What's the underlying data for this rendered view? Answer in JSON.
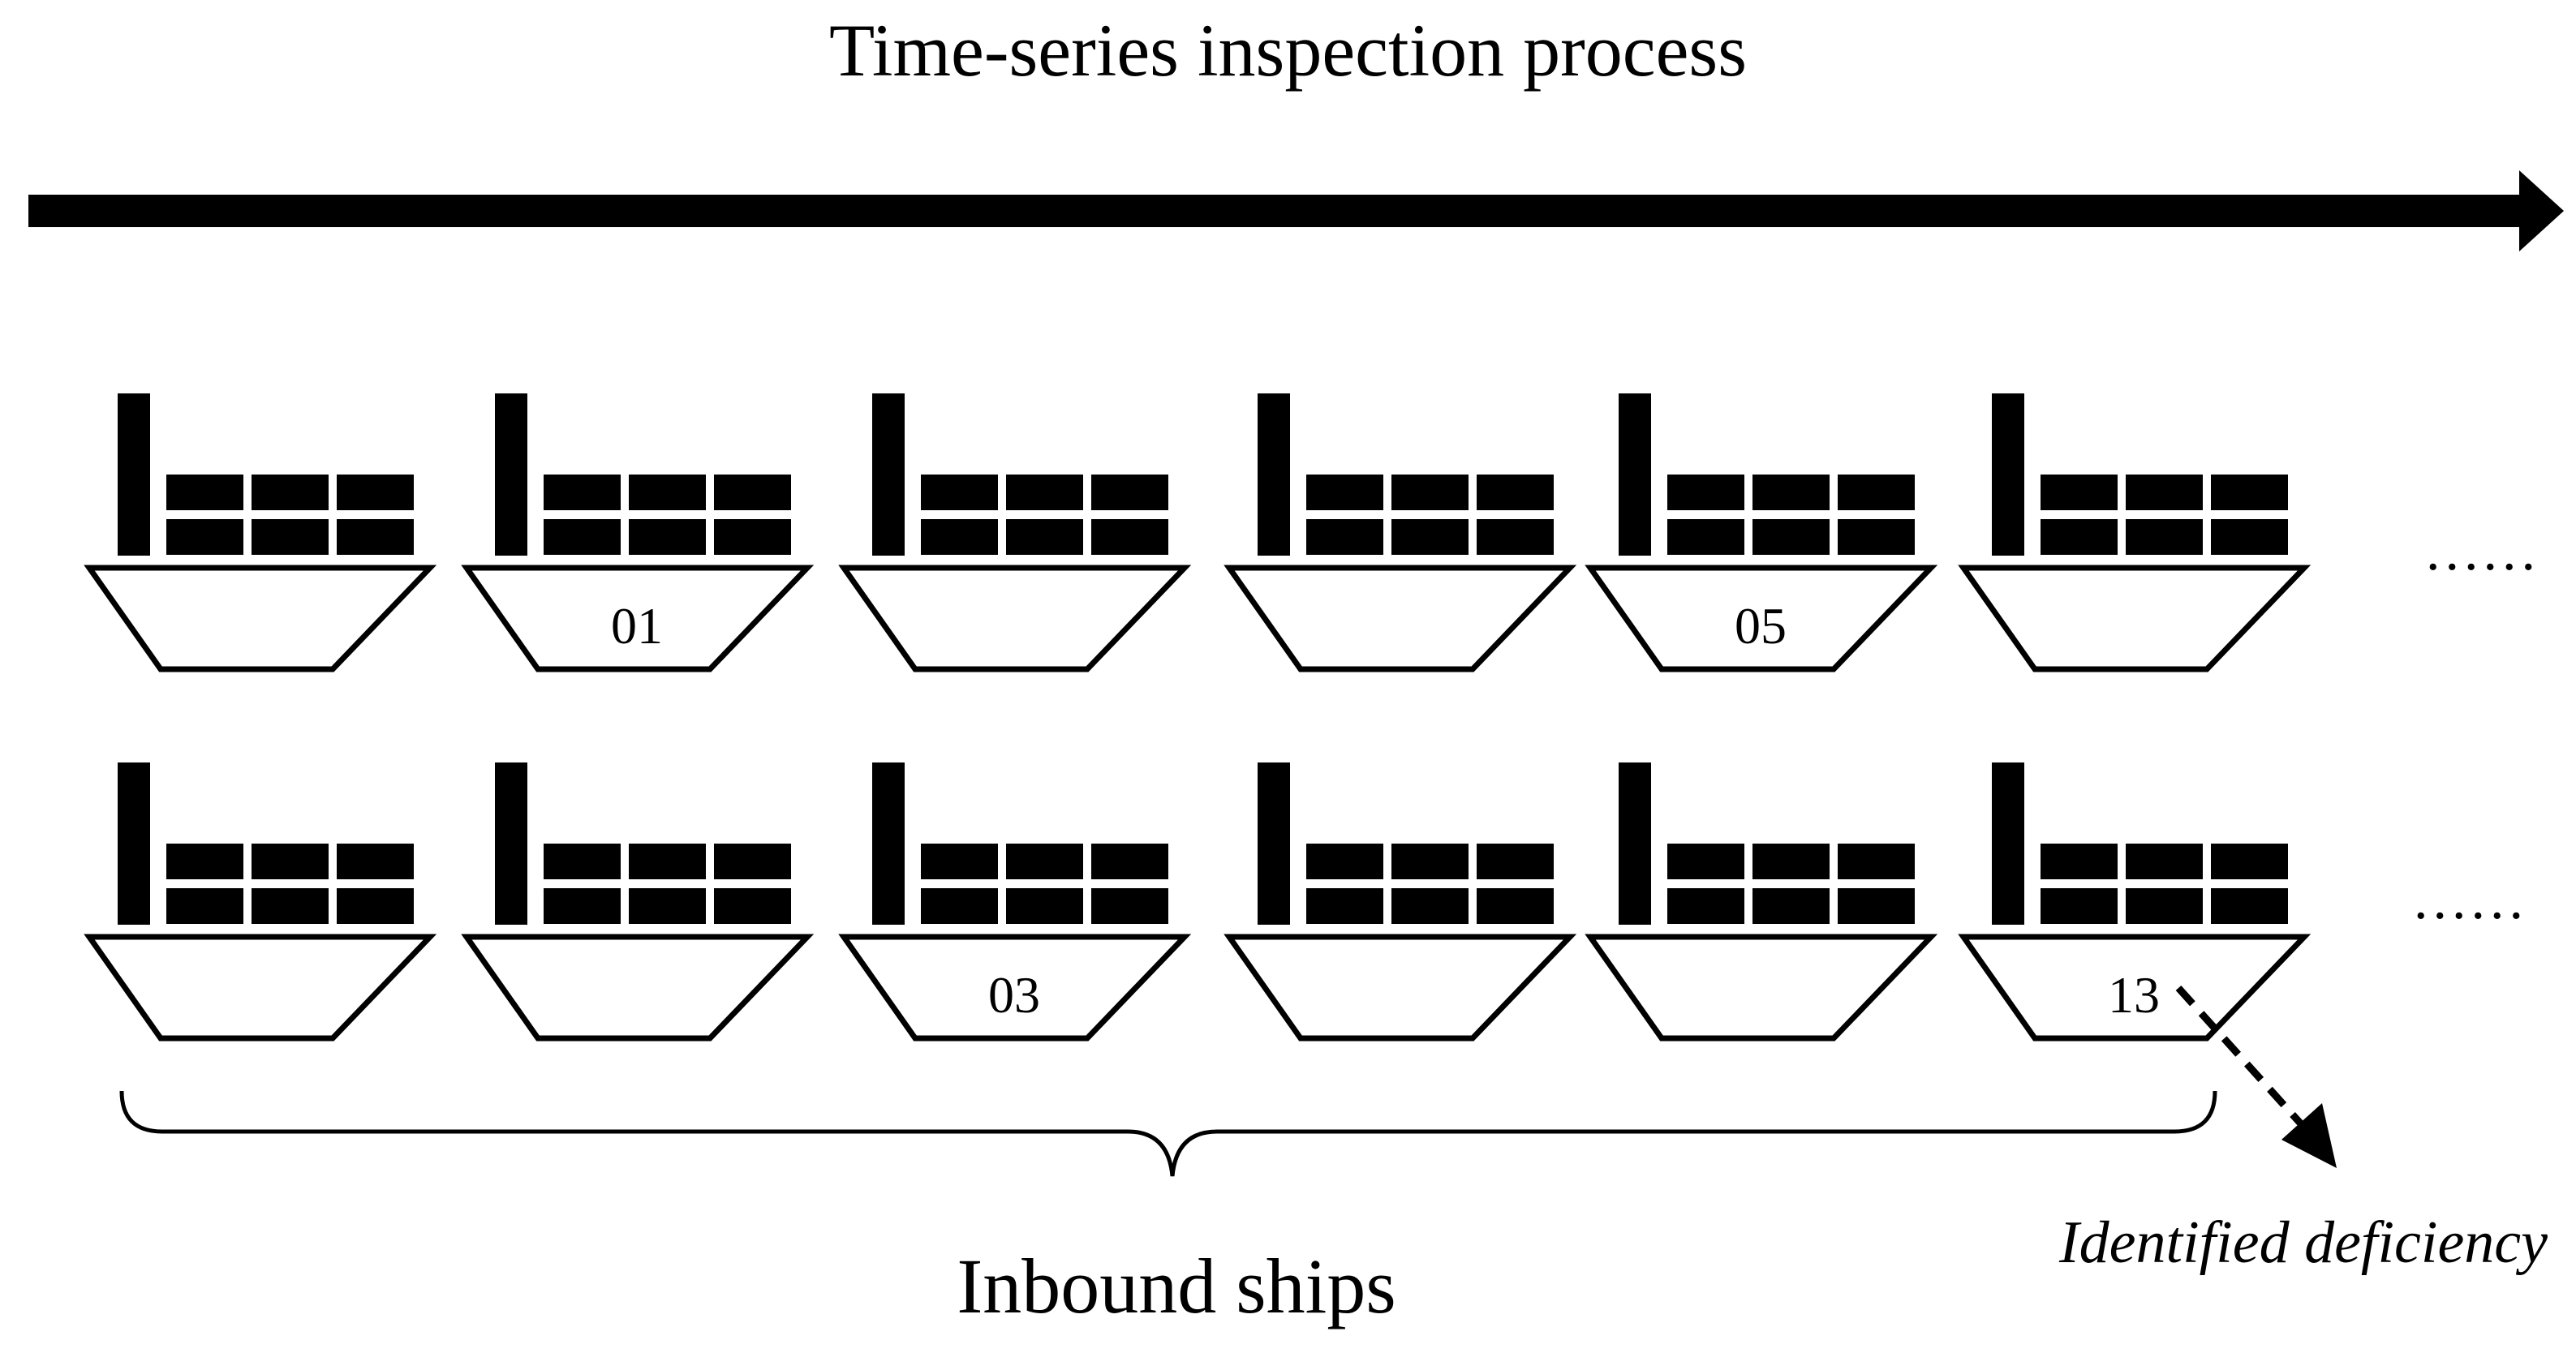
{
  "title": "Time-series inspection process",
  "rows": [
    {
      "ships": [
        "",
        "01",
        "",
        "",
        "05",
        ""
      ],
      "continuation": "......"
    },
    {
      "ships": [
        "",
        "",
        "03",
        "",
        "",
        "13"
      ],
      "continuation": "......"
    }
  ],
  "group_label": "Inbound ships",
  "callout_label": "Identified deficiency",
  "icons": {
    "ship": "container-ship-icon",
    "timeline": "timeline-arrow",
    "brace": "curly-brace"
  }
}
